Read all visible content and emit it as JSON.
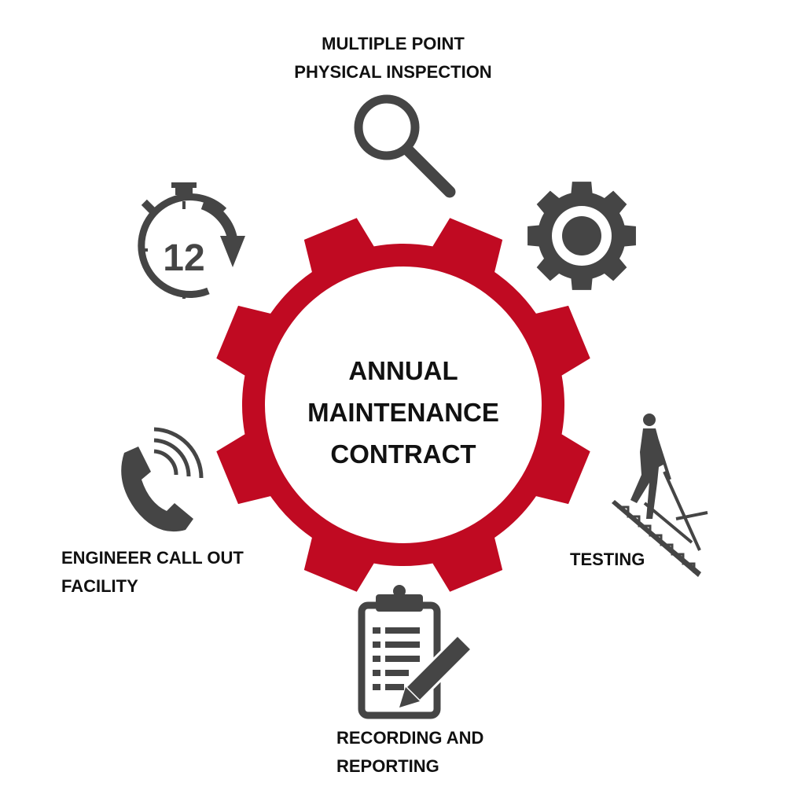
{
  "center": {
    "lines": [
      "ANNUAL",
      "MAINTENANCE",
      "CONTRACT"
    ]
  },
  "items": [
    {
      "icon": "magnifier-icon",
      "lines": [
        "MULTIPLE POINT",
        "PHYSICAL INSPECTION"
      ]
    },
    {
      "icon": "gear-icon",
      "lines": []
    },
    {
      "icon": "person-stairs-icon",
      "lines": [
        "TESTING"
      ]
    },
    {
      "icon": "clipboard-pencil-icon",
      "lines": [
        "RECORDING AND",
        "REPORTING"
      ]
    },
    {
      "icon": "phone-icon",
      "lines": [
        "ENGINEER CALL OUT",
        "FACILITY"
      ]
    },
    {
      "icon": "stopwatch-icon",
      "lines": [],
      "stopwatch_number": "12"
    }
  ],
  "colors": {
    "gear": "#c00a22",
    "icon": "#454545",
    "text": "#111111"
  }
}
